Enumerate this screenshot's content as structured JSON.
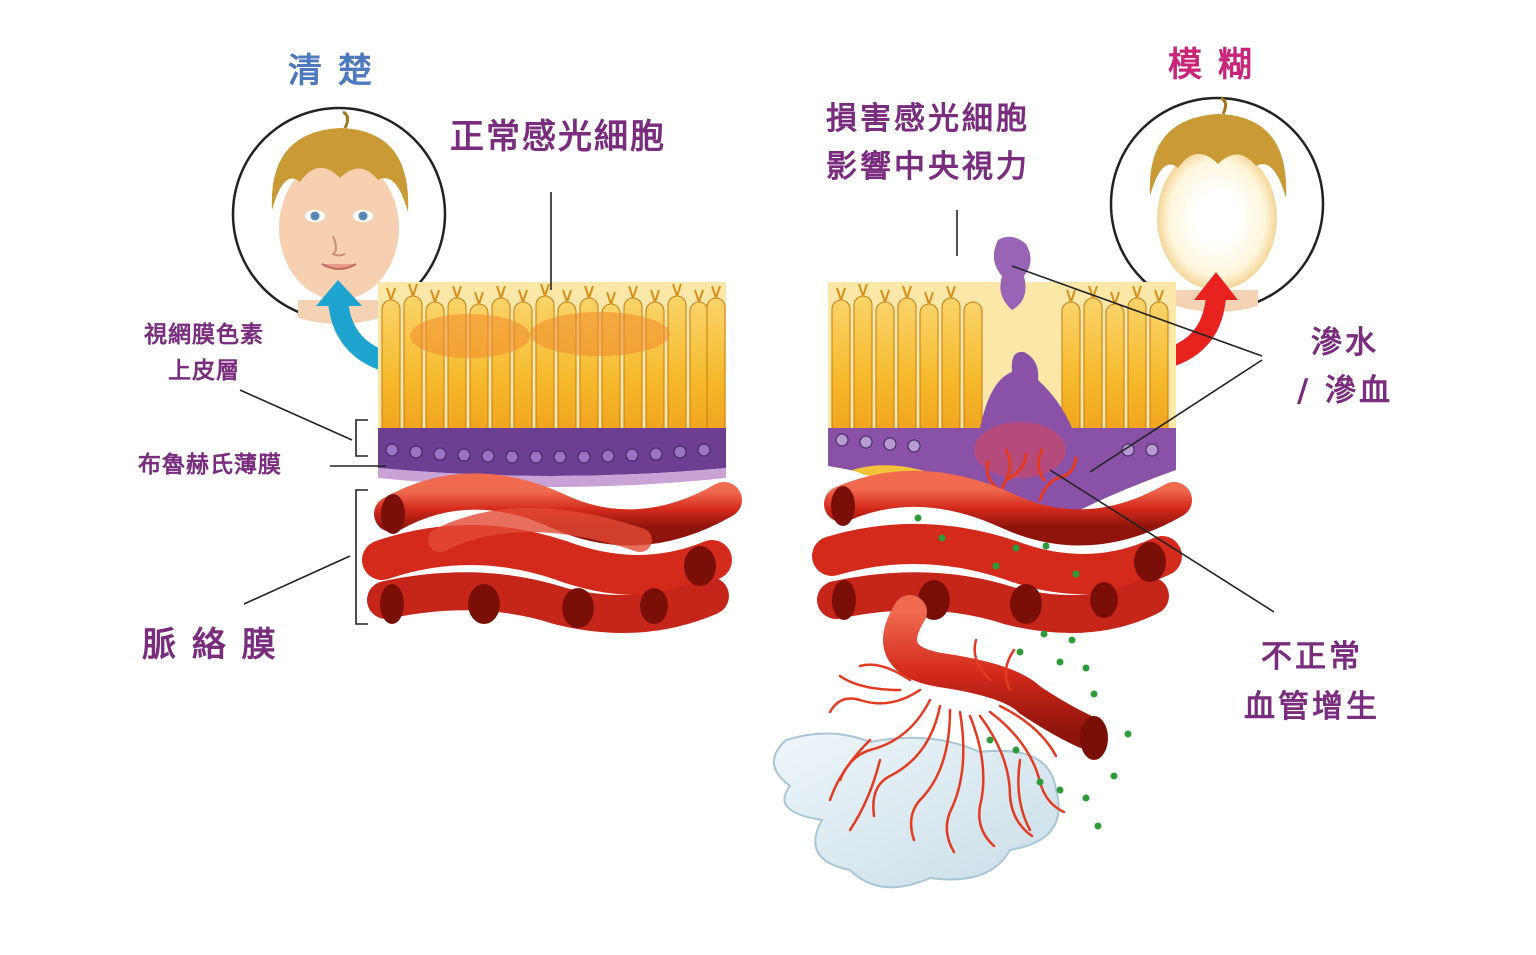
{
  "left_panel": {
    "state_label": "清 楚",
    "normal_cells_label": "正常感光細胞",
    "rpe_label_line1": "視網膜色素",
    "rpe_label_line2": "上皮層",
    "bruch_label": "布魯赫氏薄膜",
    "choroid_label": "脈 絡 膜"
  },
  "right_panel": {
    "state_label": "模 糊",
    "damaged_label_line1": "損害感光細胞",
    "damaged_label_line2": "影響中央視力",
    "leak_label_line1": "滲水",
    "leak_label_line2": "/ 滲血",
    "neovascular_label_line1": "不正常",
    "neovascular_label_line2": "血管增生"
  },
  "colors": {
    "label_purple": "#7a2d7f",
    "clear_blue": "#4f79bf",
    "blurry_pink": "#c8257a",
    "arrow_blue": "#1fa3cf",
    "arrow_red": "#e8231f",
    "cell_yellow": "#f5bc34",
    "rpe_purple": "#6d3f93",
    "vessel_red": "#d42a1c",
    "fluid_green": "#2e9b3a"
  }
}
